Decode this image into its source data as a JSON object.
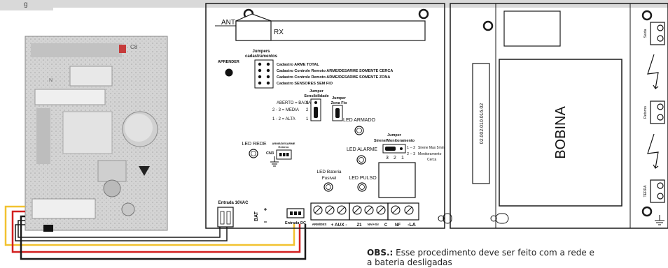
{
  "header": {
    "fragment": "g"
  },
  "photo": {
    "labels": [
      "C8",
      "N"
    ]
  },
  "board": {
    "ant_label": "ANT",
    "rx_label": "RX",
    "aprender_label": "APRENDER",
    "jumpers_cad_title": [
      "Jumpers",
      "cadastramentos"
    ],
    "cad_items": [
      "Cadastro ARME TOTAL",
      "Cadastro Controle Remoto ARME/DESARME SOMENTE CERCA",
      "Cadastro Controle Remoto ARME/DESARME SOMENTE ZONA",
      "Cadastro SENSORES SEM FIO"
    ],
    "jumper_sens_title": [
      "Jumper",
      "Sensibilidade"
    ],
    "jumper_zona_title": [
      "Jumper",
      "Zona Fio"
    ],
    "sens_levels": [
      {
        "text": "ABERTO = BAIXA",
        "num": "3"
      },
      {
        "text": "2 - 3 = MEDIA",
        "num": "2"
      },
      {
        "text": "1 - 2 = ALTA",
        "num": "1"
      }
    ],
    "led_armado": "LED ARMADO",
    "led_rede": "LED REDE",
    "cn3_label": "CN3",
    "arme_desarme_externo": [
      "ARME/DESARME",
      "Externo"
    ],
    "jumper_sirene_title": [
      "Jumper",
      "Sirene/Monitoramento"
    ],
    "sirene_option_1": "1 – 2",
    "sirene_option_1_text": "Sirene Max 5min",
    "sirene_option_2": "2 – 3",
    "sirene_option_2_text": [
      "Monitoramento",
      "Cerca"
    ],
    "sirene_pins": [
      "3",
      "2",
      "1"
    ],
    "led_alarme": "LED ALARME",
    "led_bateria": [
      "LED Bateria",
      "Fusivel"
    ],
    "led_pulso": "LED PULSO",
    "entrada_16vac": "Entrada 16VAC",
    "bat_label": "BAT",
    "entrada_dc": "Entrada DC",
    "terminals": [
      "ARM/DES",
      "+ AUX -",
      "Z1",
      "NA/+Sir",
      "C",
      "NF",
      "-LA"
    ]
  },
  "coil": {
    "label": "BOBINA",
    "part_number": "02.002.010.016.02",
    "side_labels": [
      "Saida",
      "Retorno",
      "TERRA"
    ]
  },
  "note": {
    "bold": "OBS.:",
    "text": " Esse procedimento deve ser feito com a rede e",
    "line2": "a bateria desligadas"
  },
  "colors": {
    "header_bar": "#d9d9d9",
    "wire_yellow": "#f2c230",
    "wire_red": "#d21f1f",
    "wire_black": "#1a1a1a",
    "line": "#1a1a1a"
  }
}
